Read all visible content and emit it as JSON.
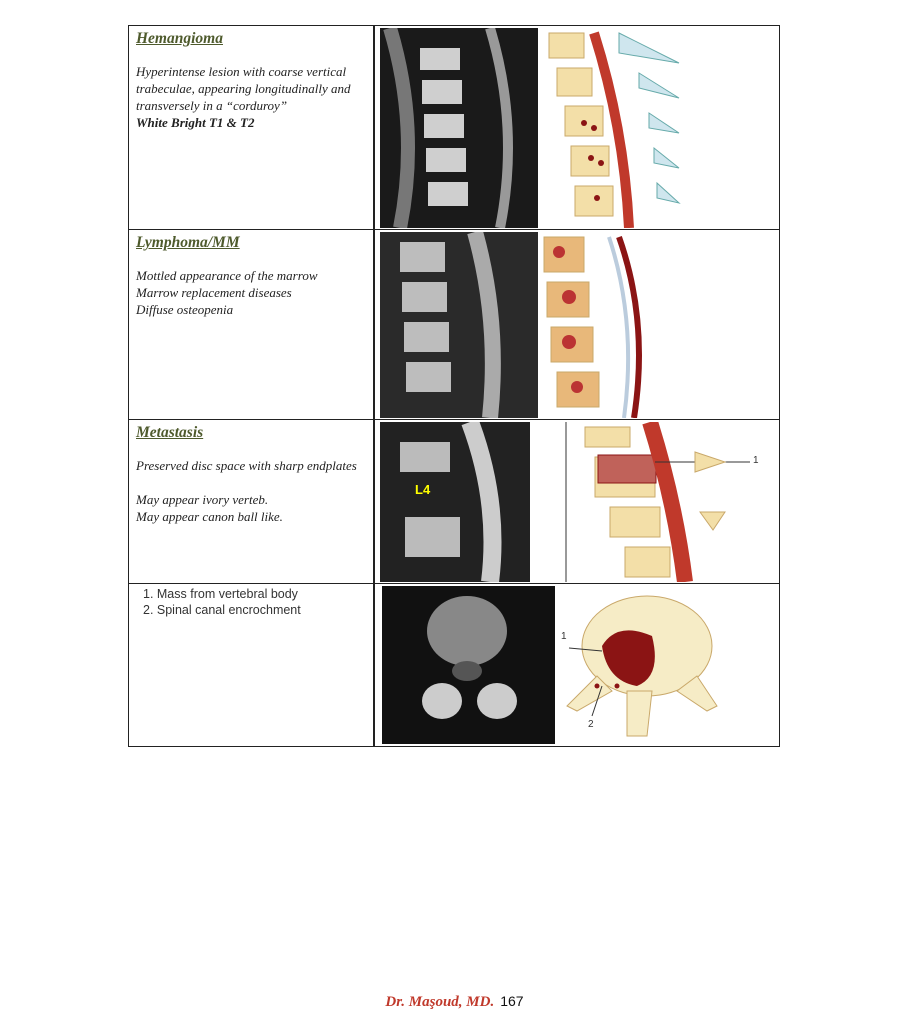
{
  "rows": [
    {
      "title": "Hemangioma",
      "lines": [
        "Hyperintense lesion with coarse vertical trabeculae, appearing longitudinally and transversely in a “corduroy”"
      ],
      "bold": "White Bright T1 & T2"
    },
    {
      "title": "Lymphoma/MM",
      "lines": [
        "Mottled appearance of the marrow",
        "Marrow replacement diseases",
        "Diffuse osteopenia"
      ]
    },
    {
      "title": "Metastasis",
      "lines": [
        "Preserved disc space with sharp endplates",
        "May appear ivory verteb.",
        "May appear canon ball like."
      ],
      "mri_label": "L4",
      "diagram_label": "1"
    },
    {
      "list": [
        "1. Mass from vertebral body",
        "2. Spinal canal encrochment"
      ],
      "diagram_labels": [
        "1",
        "2"
      ]
    }
  ],
  "footer": {
    "author": "Dr. Maşoud, MD.",
    "page": "167"
  },
  "colors": {
    "title": "#4e5a2c",
    "author": "#c0392b",
    "lesion": "#8b1414"
  }
}
